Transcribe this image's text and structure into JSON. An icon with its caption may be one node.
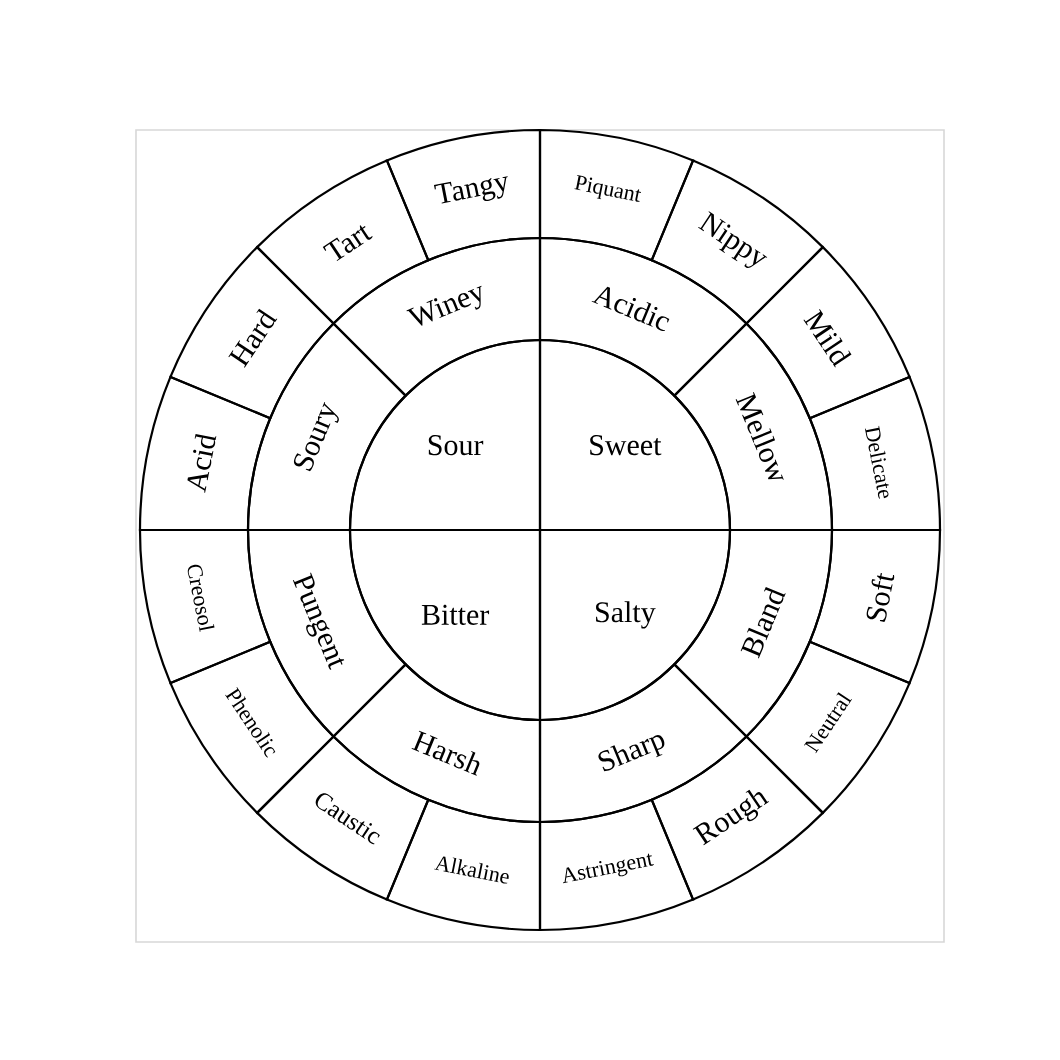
{
  "diagram": {
    "nodes": [
      {
        "text": [
          "Sour"
        ]
      },
      {
        "text": [
          "Sweet"
        ]
      },
      {
        "text": [
          "Bitter"
        ]
      },
      {
        "text": [
          "Salty"
        ]
      },
      {
        "text": [
          "Winey"
        ]
      },
      {
        "text": [
          "Acidic"
        ]
      },
      {
        "text": [
          "Mellow"
        ]
      },
      {
        "text": [
          "Bland"
        ]
      },
      {
        "text": [
          "Sharp"
        ]
      },
      {
        "text": [
          "Harsh"
        ]
      },
      {
        "text": [
          "Pungent"
        ]
      },
      {
        "text": [
          "Soury"
        ]
      },
      {
        "text": [
          "Tangy"
        ]
      },
      {
        "text": [
          "Piquant"
        ]
      },
      {
        "text": [
          "Nippy"
        ]
      },
      {
        "text": [
          "Mild"
        ]
      },
      {
        "text": [
          "Delicate"
        ]
      },
      {
        "text": [
          "Soft"
        ]
      },
      {
        "text": [
          "Neutral"
        ]
      },
      {
        "text": [
          "Rough"
        ]
      },
      {
        "text": [
          "Astringent"
        ]
      },
      {
        "text": [
          "Alkaline"
        ]
      },
      {
        "text": [
          "Caustic"
        ]
      },
      {
        "text": [
          "Phenolic"
        ]
      },
      {
        "text": [
          "Creosol"
        ]
      },
      {
        "text": [
          "Acid"
        ]
      },
      {
        "text": [
          "Hard"
        ]
      },
      {
        "text": [
          "Tart"
        ]
      }
    ]
  }
}
